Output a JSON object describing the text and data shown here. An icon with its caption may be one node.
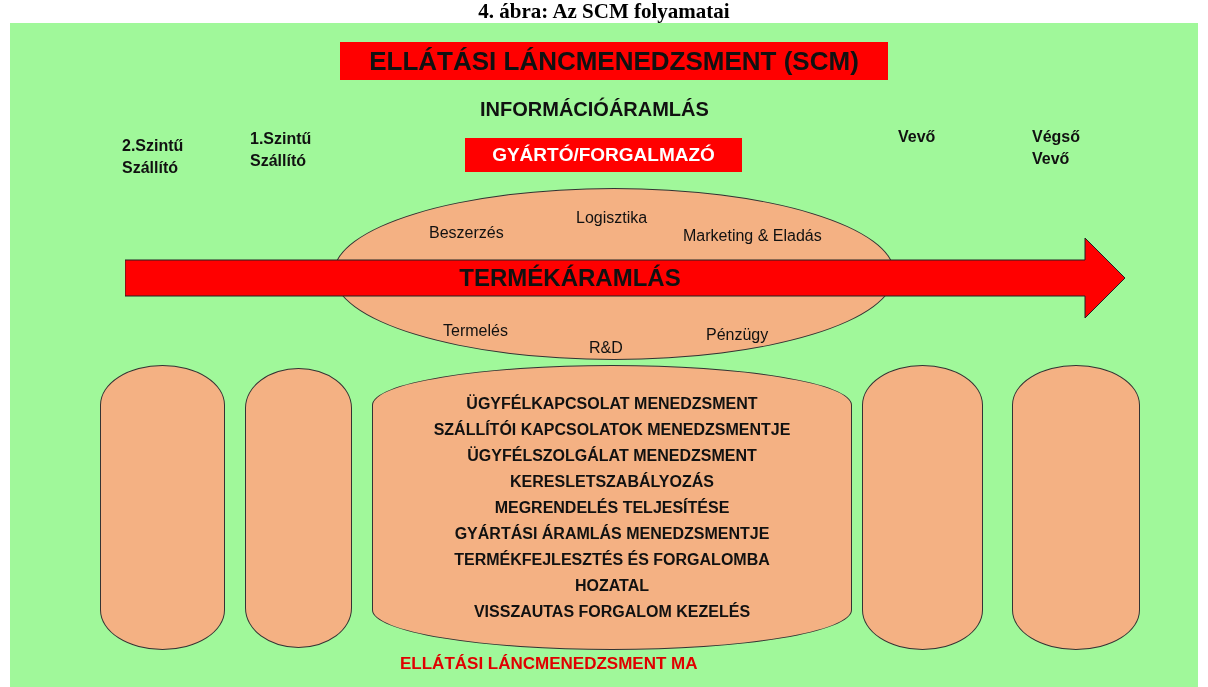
{
  "diagram": {
    "title": "4. ábra: Az SCM folyamatai",
    "nodes": [
      {
        "text": [
          "ELLÁTÁSI LÁNCMENEDZSMENT (SCM)"
        ]
      },
      {
        "text": [
          "GYÁRTÓ/FORGALMAZÓ"
        ]
      },
      {
        "text": [
          "Beszerzés",
          "Logisztika",
          "Marketing & Eladás",
          "Termelés",
          "R&D",
          "Pénzügy"
        ]
      },
      {
        "text": [
          "TERMÉKÁRAMLÁS"
        ]
      },
      {
        "text": [],
        "shape": "cylinder"
      },
      {
        "text": [],
        "shape": "cylinder"
      },
      {
        "text": [
          "ÜGYFÉLKAPCSOLAT MENEDZSMENT",
          "SZÁLLÍTÓI KAPCSOLATOK MENEDZSMENTJE",
          "ÜGYFÉLSZOLGÁLAT MENEDZSMENT",
          "KERESLETSZABÁLYOZÁS",
          "MEGRENDELÉS TELJESÍTÉSE",
          "GYÁRTÁSI ÁRAMLÁS MENEDZSMENTJE",
          "TERMÉKFEJLESZTÉS ÉS FORGALOMBA HOZATAL",
          "VISSZAUTAS FORGALOM KEZELÉS"
        ]
      },
      {
        "text": [],
        "shape": "cylinder"
      },
      {
        "text": [],
        "shape": "cylinder"
      }
    ],
    "labels": [
      "INFORMÁCIÓÁRAMLÁS",
      "2.Szintű Szállító",
      "1.Szintű Szállító",
      "Vevő",
      "Végső Vevő",
      "ELLÁTÁSI LÁNCMENEDZSMENT MA"
    ]
  }
}
